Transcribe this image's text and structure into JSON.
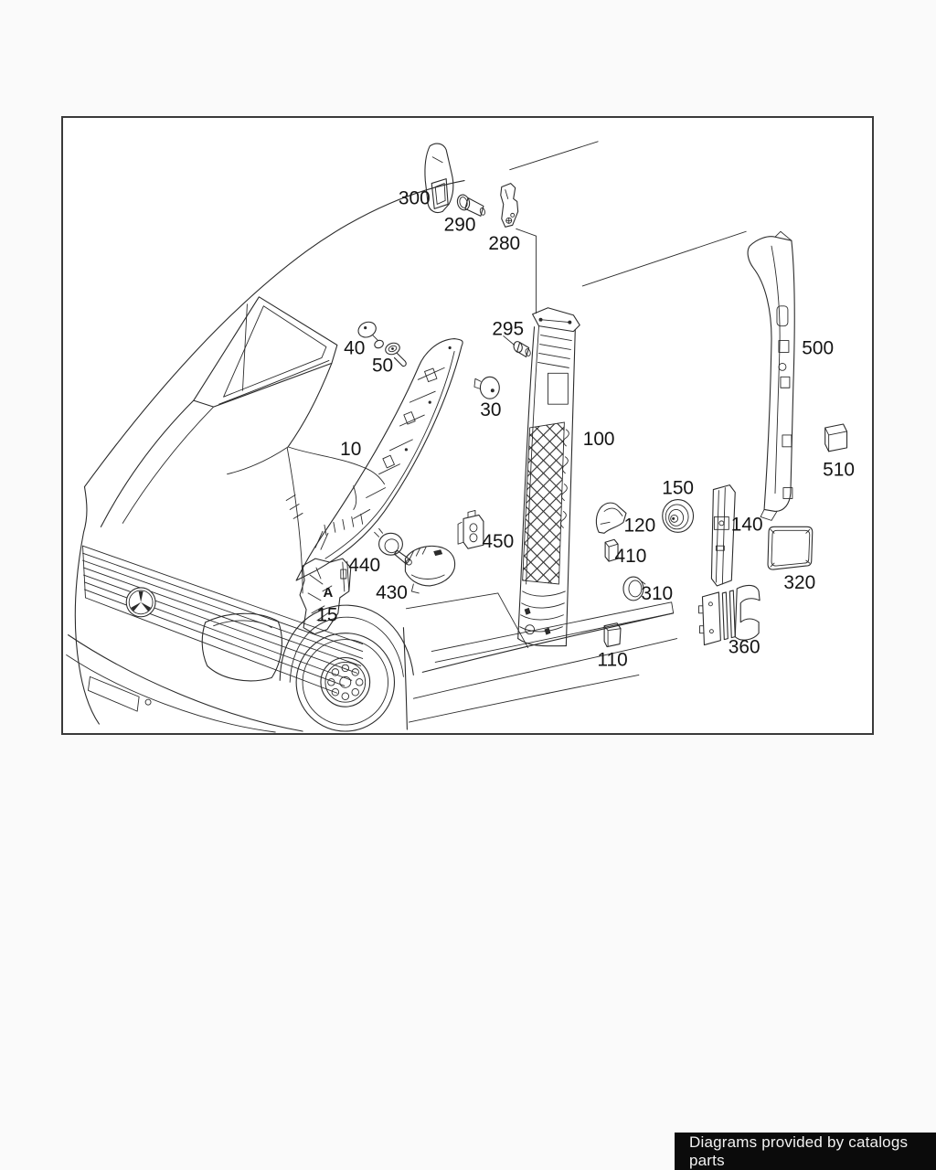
{
  "diagram": {
    "kind": "exploded-parts-line-diagram",
    "marking": {
      "text": "A"
    },
    "parts": [
      {
        "label": "300"
      },
      {
        "label": "290"
      },
      {
        "label": "280"
      },
      {
        "label": "40"
      },
      {
        "label": "50"
      },
      {
        "label": "295"
      },
      {
        "label": "30"
      },
      {
        "label": "10"
      },
      {
        "label": "100"
      },
      {
        "label": "500"
      },
      {
        "label": "510"
      },
      {
        "label": "150"
      },
      {
        "label": "120"
      },
      {
        "label": "140"
      },
      {
        "label": "410"
      },
      {
        "label": "310"
      },
      {
        "label": "320"
      },
      {
        "label": "440"
      },
      {
        "label": "450"
      },
      {
        "label": "430"
      },
      {
        "label": "15"
      },
      {
        "label": "110"
      },
      {
        "label": "360"
      }
    ]
  },
  "colors": {
    "page_background": "#fafafa",
    "canvas_background": "#ffffff",
    "line": "#2b2b2b",
    "frame_border": "#3a3a3a",
    "footer_background": "#0b0b0b",
    "footer_text": "#f2f2f2"
  },
  "footer": {
    "text": "Diagrams provided by catalogs parts"
  }
}
